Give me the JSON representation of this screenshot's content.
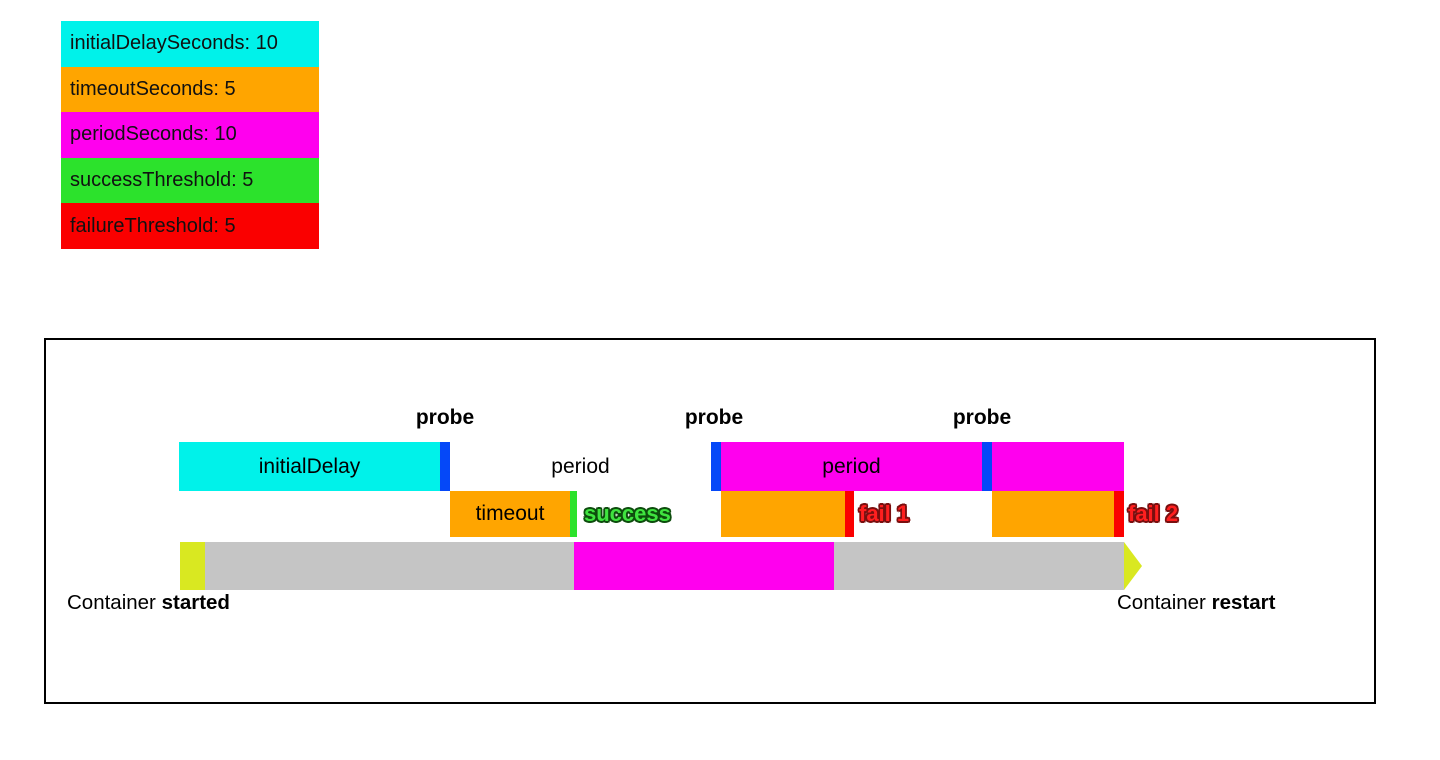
{
  "legend": {
    "items": [
      {
        "label": "initialDelaySeconds: 10",
        "color": "#00F2EA"
      },
      {
        "label": "timeoutSeconds: 5",
        "color": "#FFA500"
      },
      {
        "label": "periodSeconds: 10",
        "color": "#FF00EE"
      },
      {
        "label": "successThreshold: 5",
        "color": "#2CE22C"
      },
      {
        "label": "failureThreshold: 5",
        "color": "#FA0000"
      }
    ]
  },
  "timeline": {
    "probe_labels": [
      "probe",
      "probe",
      "probe"
    ],
    "bars": {
      "initial_delay": "initialDelay",
      "period_gap_text": "period",
      "period_bar": "period",
      "timeout": "timeout"
    },
    "events": {
      "success": "success",
      "fail_1": "fail 1",
      "fail_2": "fail 2"
    },
    "container": {
      "started_prefix": "Container ",
      "started_emphasis": "started",
      "restart_prefix": "Container ",
      "restart_emphasis": "restart"
    }
  },
  "colors": {
    "initial_delay_cyan": "#00F2EA",
    "timeout_orange": "#FFA500",
    "period_magenta": "#FF00EE",
    "success_green": "#2CE22C",
    "failure_red": "#FA0000",
    "probe_blue": "#0548F8",
    "container_yellow_green": "#D9E821",
    "track_gray": "#C5C5C5"
  }
}
